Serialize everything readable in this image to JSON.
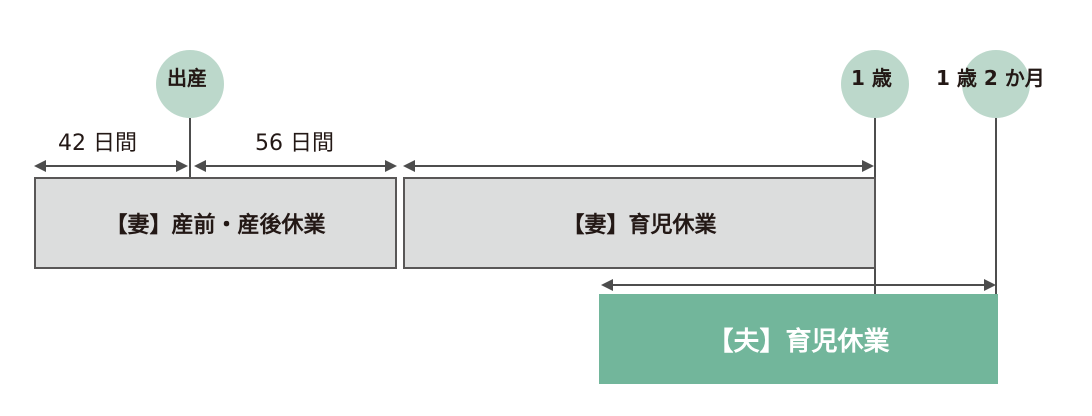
{
  "markers": [
    {
      "id": "birth",
      "label": "出産"
    },
    {
      "id": "age1",
      "label": "1 歳"
    },
    {
      "id": "age1y2m",
      "label": "1 歳 2 か月"
    }
  ],
  "durations": [
    {
      "id": "prenatal",
      "label": "42 日間"
    },
    {
      "id": "postnatal",
      "label": "56 日間"
    }
  ],
  "periods": [
    {
      "id": "wife-maternity",
      "label": "【妻】産前・産後休業"
    },
    {
      "id": "wife-childcare",
      "label": "【妻】育児休業"
    },
    {
      "id": "husband-childcare",
      "label": "【夫】育児休業"
    }
  ],
  "colors": {
    "marker_circle": "#bcd8cb",
    "wife_box": "#dcdddd",
    "wife_border": "#595757",
    "husband_box": "#72b69b",
    "line": "#4d4d4d",
    "text": "#231815"
  }
}
